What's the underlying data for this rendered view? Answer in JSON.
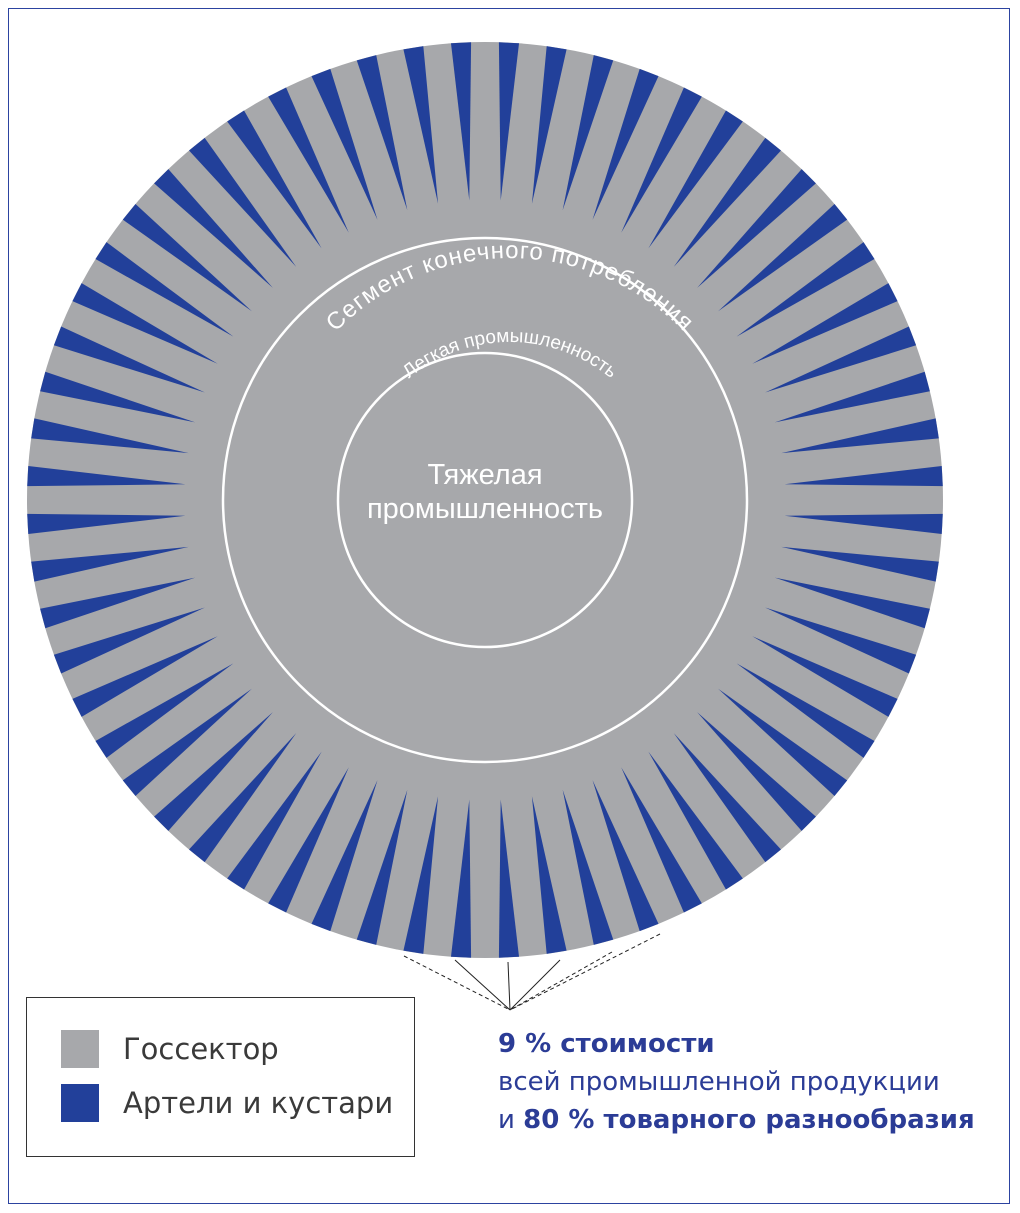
{
  "colors": {
    "gray": "#a7a8ab",
    "blue": "#22409a",
    "ring": "#ffffff"
  },
  "diagram": {
    "outer_label": "Сегмент конечного потребления",
    "middle_label": "Легкая промышленность",
    "inner_label_line1": "Тяжелая",
    "inner_label_line2": "промышленность",
    "spikes": 60
  },
  "legend": {
    "items": [
      {
        "label": "Госсектор",
        "color": "#a7a8ab"
      },
      {
        "label": "Артели и кустари",
        "color": "#22409a"
      }
    ]
  },
  "note": {
    "line1_bold": "9 % стоимости",
    "line2": "всей промышленной продукции",
    "line3_prefix": "и ",
    "line3_bold": "80 % товарного разнообразия"
  }
}
